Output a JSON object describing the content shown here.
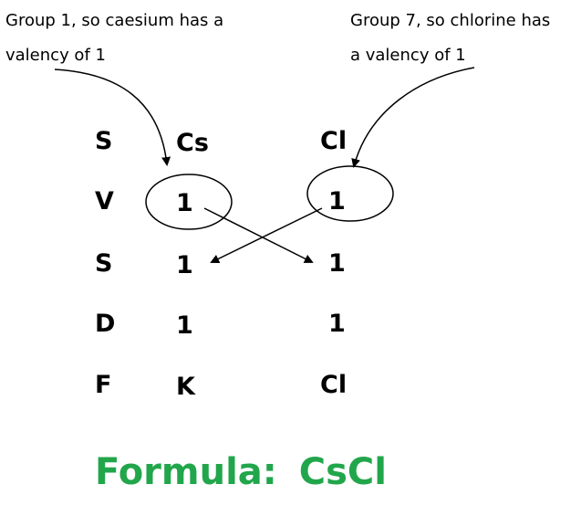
{
  "annotations": {
    "left": [
      "Group 1, so caesium has a",
      "valency of 1"
    ],
    "right": [
      "Group 7, so chlorine has",
      "a valency of 1"
    ]
  },
  "rows": [
    {
      "label": "S",
      "left": "Cs",
      "right": "Cl"
    },
    {
      "label": "V",
      "left": "1",
      "right": "1"
    },
    {
      "label": "S",
      "left": "1",
      "right": "1"
    },
    {
      "label": "D",
      "left": "1",
      "right": "1"
    },
    {
      "label": "F",
      "left": "K",
      "right": "Cl"
    }
  ],
  "formula": {
    "label": "Formula:",
    "value": "CsCl"
  },
  "colors": {
    "formula": "#22a64b",
    "line": "#000000"
  }
}
